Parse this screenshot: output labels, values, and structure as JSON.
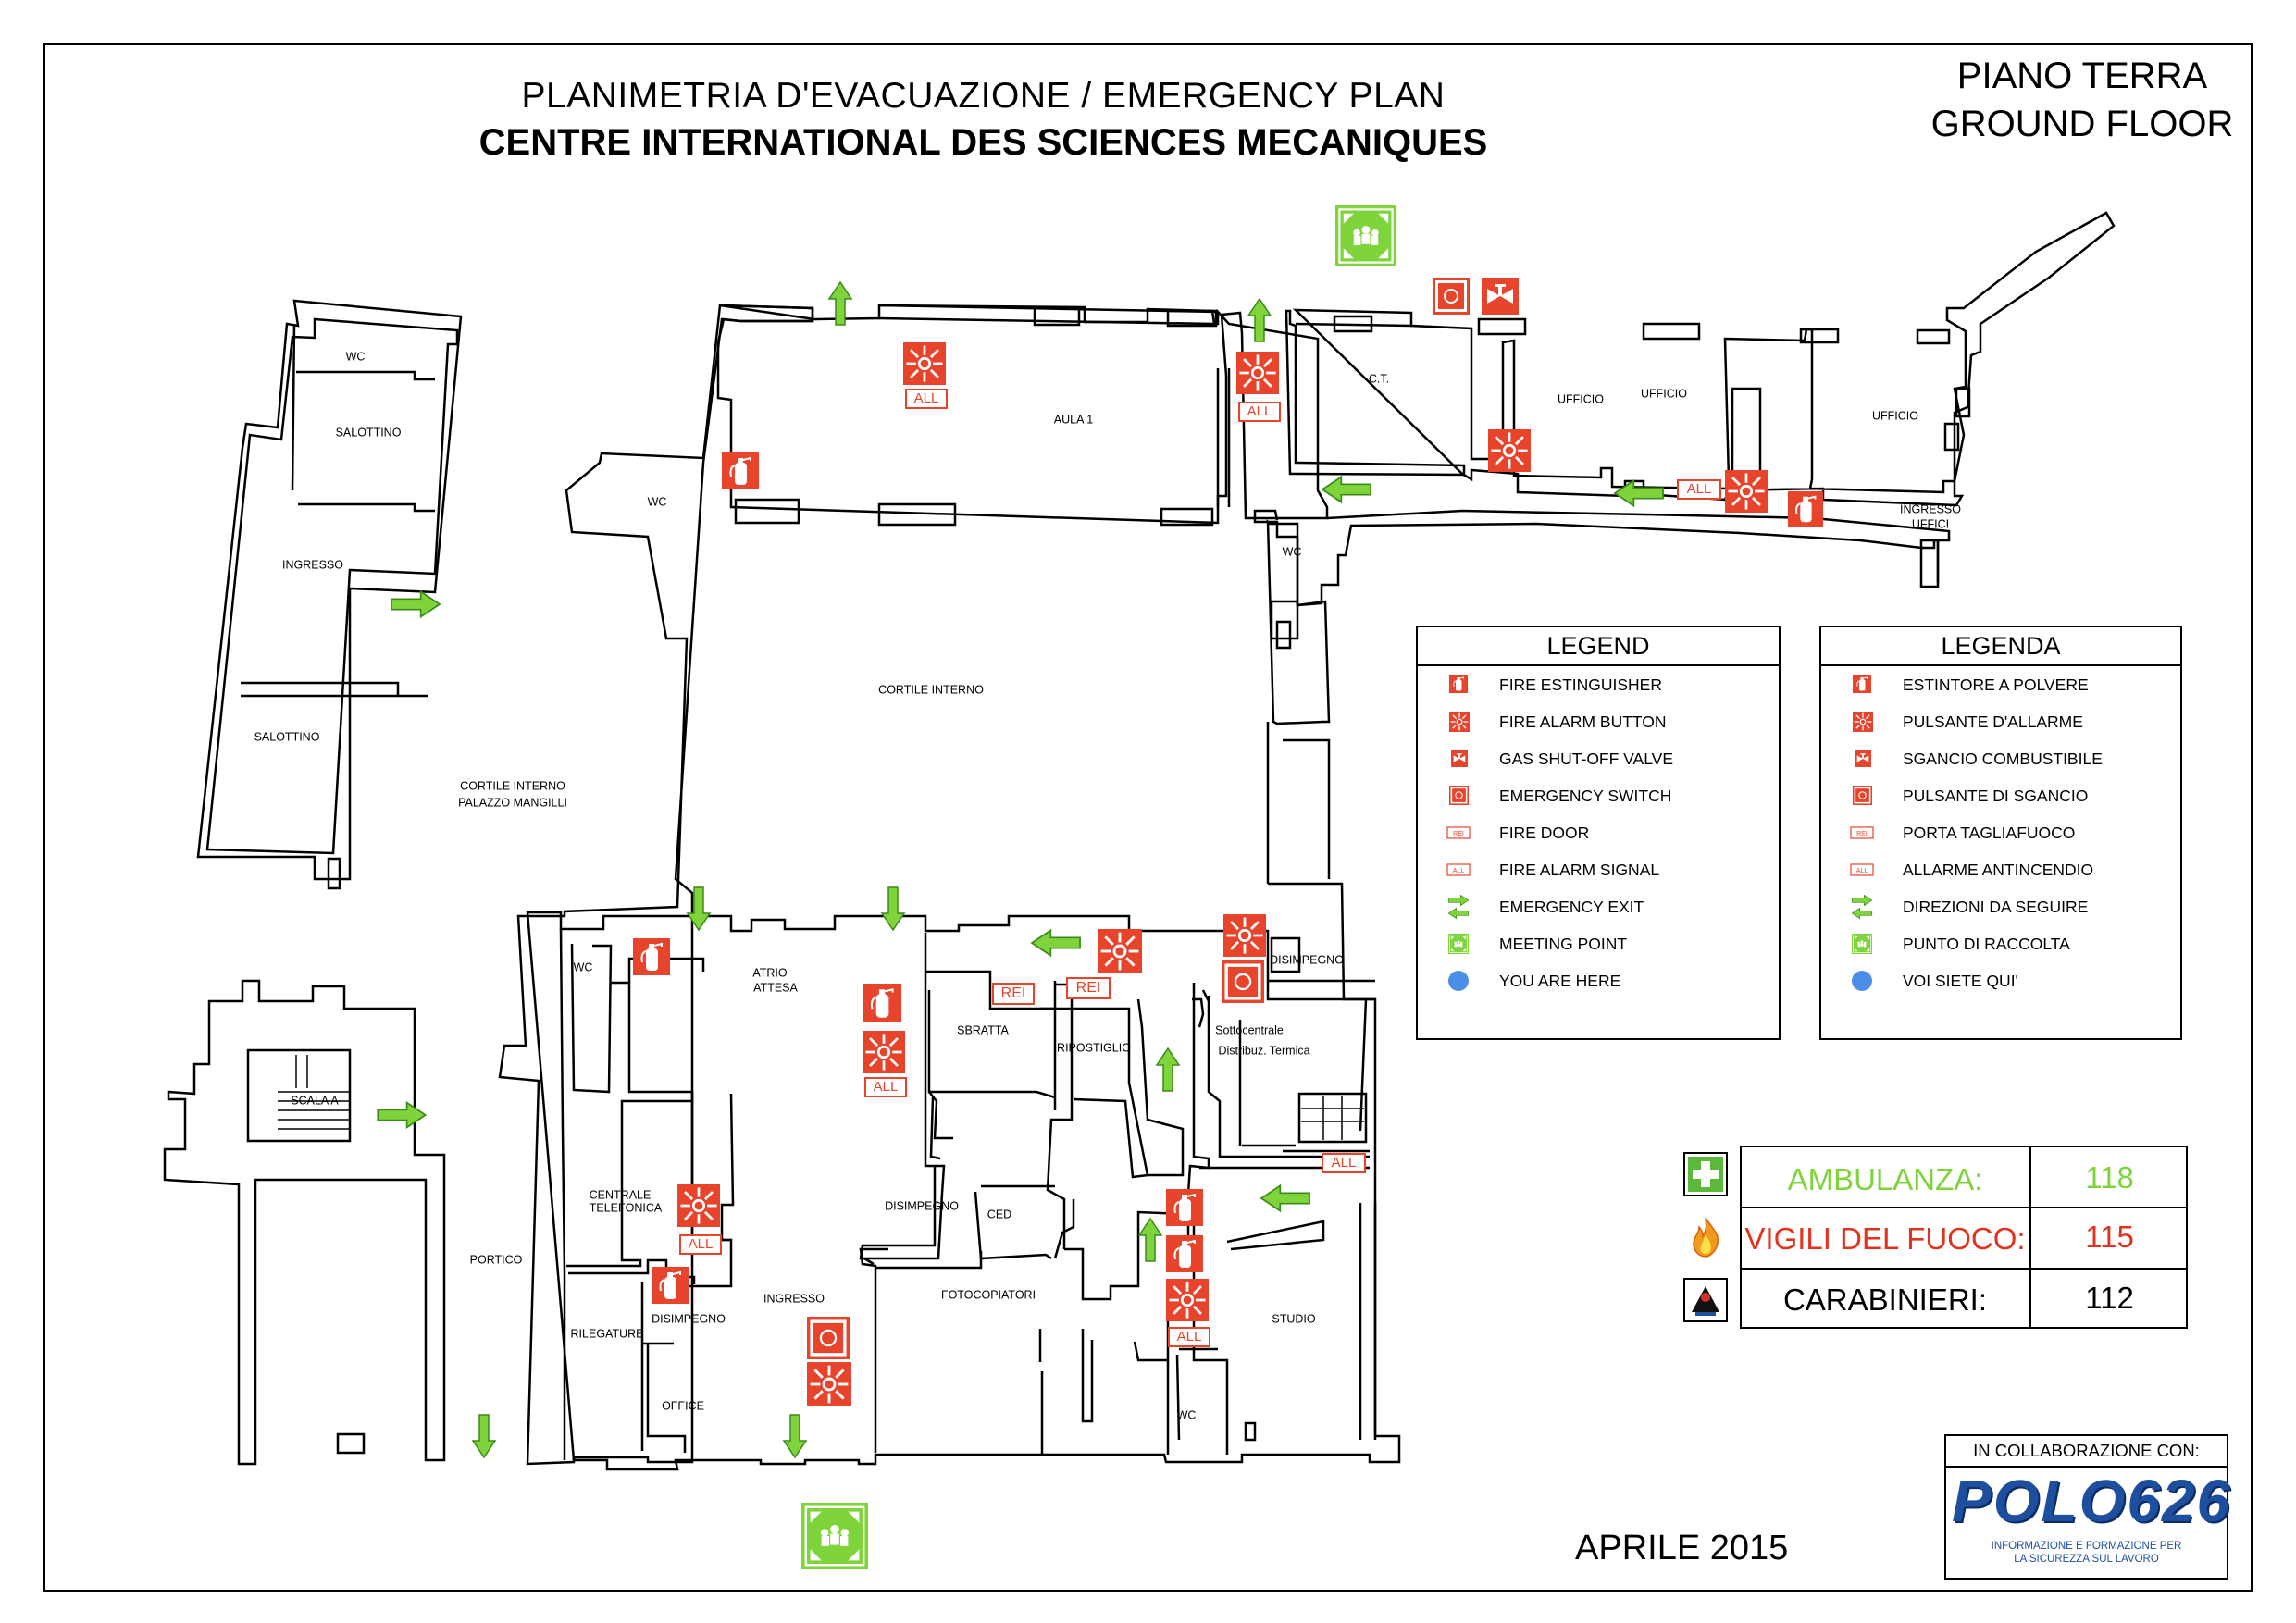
{
  "header": {
    "title_line1": "PLANIMETRIA D'EVACUAZIONE / EMERGENCY PLAN",
    "title_line2": "CENTRE INTERNATIONAL DES SCIENCES MECANIQUES",
    "floor_it": "PIANO TERRA",
    "floor_en": "GROUND FLOOR"
  },
  "rooms": {
    "wc_left": "WC",
    "salottino_top": "SALOTTINO",
    "ingresso_left": "INGRESSO",
    "salottino_bottom": "SALOTTINO",
    "cortile_mangilli_1": "CORTILE INTERNO",
    "cortile_mangilli_2": "PALAZZO MANGILLI",
    "scala_a": "SCALA A",
    "portico": "PORTICO",
    "wc_upper": "WC",
    "aula1": "AULA 1",
    "cortile_interno": "CORTILE INTERNO",
    "ct": "C.T.",
    "ufficio1": "UFFICIO",
    "ufficio2": "UFFICIO",
    "ufficio3": "UFFICIO",
    "ingresso_uffici_1": "INGRESSO",
    "ingresso_uffici_2": "UFFICI",
    "wc_right": "WC",
    "wc_lower": "WC",
    "atrio_1": "ATRIO",
    "atrio_2": "ATTESA",
    "sbratta": "SBRATTA",
    "ripostiglio": "RIPOSTIGLIO",
    "disimpegno_right": "DISIMPEGNO",
    "sottocentrale_1": "Sottocentrale",
    "sottocentrale_2": "Distribuz. Termica",
    "centrale_1": "CENTRALE",
    "centrale_2": "TELEFONICA",
    "disimpegno_mid": "DISIMPEGNO",
    "ced": "CED",
    "fotocopiatori": "FOTOCOPIATORI",
    "ingresso_lower": "INGRESSO",
    "disimpegno_low": "DISIMPEGNO",
    "rilegature": "RILEGATURE",
    "office": "OFFICE",
    "studio": "STUDIO",
    "wc_bottom": "WC"
  },
  "markers": {
    "all": "ALL",
    "rei": "REI"
  },
  "legend_en": {
    "title": "LEGEND",
    "items": [
      "FIRE ESTINGUISHER",
      "FIRE ALARM BUTTON",
      "GAS SHUT-OFF VALVE",
      "EMERGENCY SWITCH",
      "FIRE DOOR",
      "FIRE ALARM SIGNAL",
      "EMERGENCY EXIT",
      "MEETING POINT",
      "YOU ARE HERE"
    ]
  },
  "legend_it": {
    "title": "LEGENDA",
    "items": [
      "ESTINTORE A POLVERE",
      "PULSANTE D'ALLARME",
      "SGANCIO COMBUSTIBILE",
      "PULSANTE DI SGANCIO",
      "PORTA TAGLIAFUOCO",
      "ALLARME ANTINCENDIO",
      "DIREZIONI DA SEGUIRE",
      "PUNTO DI RACCOLTA",
      "VOI SIETE QUI'"
    ]
  },
  "legend_icons": [
    "extinguisher-icon",
    "alarm-button-icon",
    "gas-valve-icon",
    "emergency-switch-icon",
    "fire-door-icon",
    "alarm-signal-icon",
    "exit-arrows-icon",
    "meeting-point-icon",
    "you-are-here-icon"
  ],
  "emergency_numbers": [
    {
      "name": "AMBULANZA:",
      "number": "118",
      "color": "#7ed43a",
      "icon": "first-aid-icon"
    },
    {
      "name": "VIGILI DEL FUOCO:",
      "number": "115",
      "color": "#e0321c",
      "icon": "flame-icon"
    },
    {
      "name": "CARABINIERI:",
      "number": "112",
      "color": "#000000",
      "icon": "police-icon"
    }
  ],
  "footer": {
    "date": "APRILE 2015",
    "collab_label": "IN COLLABORAZIONE CON:",
    "logo_text": "POLO626",
    "logo_sub_1": "INFORMAZIONE E FORMAZIONE PER",
    "logo_sub_2": "LA SICUREZZA SUL LAVORO"
  },
  "colors": {
    "safety_red": "#e8432b",
    "exit_green": "#7ed43a",
    "you_are_here_blue": "#4a8ee8"
  }
}
